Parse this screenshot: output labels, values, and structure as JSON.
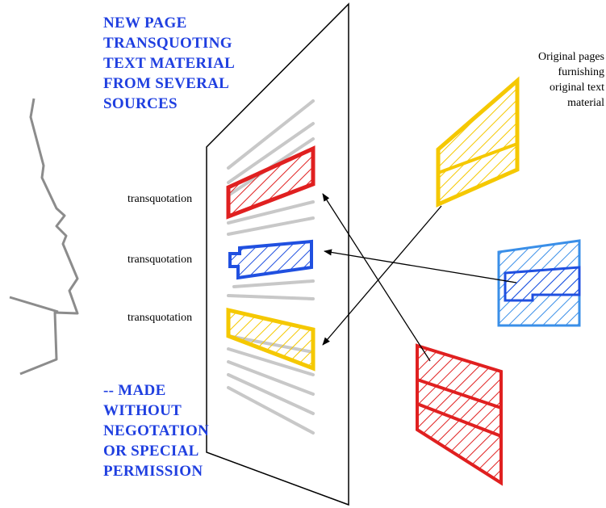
{
  "title_lines": [
    "NEW PAGE",
    "TRANSQUOTING",
    "TEXT MATERIAL",
    "FROM SEVERAL",
    "SOURCES"
  ],
  "subtitle_lines": [
    "-- MADE",
    "WITHOUT",
    "NEGOTATION",
    "OR SPECIAL",
    "PERMISSION"
  ],
  "transquotation_labels": [
    "transquotation",
    "transquotation",
    "transquotation"
  ],
  "original_caption_lines": [
    "Original pages",
    "furnishing",
    "original text",
    "material"
  ],
  "colors": {
    "heading_blue": "#1f3fe0",
    "red": "#e02020",
    "blue": "#2050e0",
    "blue_light": "#3a8fe8",
    "yellow": "#f5c800",
    "gray_line": "#c8c8c8",
    "profile": "#8c8c8c"
  }
}
